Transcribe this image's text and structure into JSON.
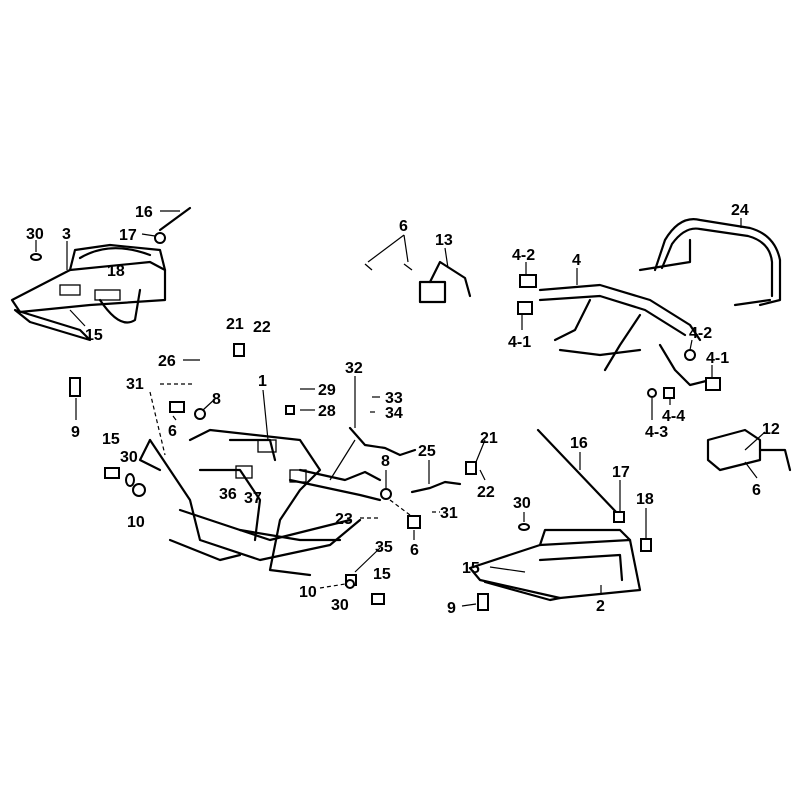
{
  "title": "Frame and carriers exploded parts diagram",
  "labels": {
    "l16a": "16",
    "l17a": "17",
    "l30a": "30",
    "l3": "3",
    "l18a": "18",
    "l15a": "15",
    "l9a": "9",
    "l21a": "21",
    "l22a": "22",
    "l26": "26",
    "l31a": "31",
    "l1": "1",
    "l8a": "8",
    "l6a": "6",
    "l29": "29",
    "l28": "28",
    "l32": "32",
    "l33": "33",
    "l34": "34",
    "l15b": "15",
    "l30b": "30",
    "l10a": "10",
    "l36": "36",
    "l37": "37",
    "l8b": "8",
    "l25": "25",
    "l21b": "21",
    "l22b": "22",
    "l23": "23",
    "l31b": "31",
    "l6b": "6",
    "l35": "35",
    "l15c": "15",
    "l10b": "10",
    "l30c": "30",
    "l6c": "6",
    "l13": "13",
    "l4_2a": "4-2",
    "l4": "4",
    "l24": "24",
    "l4_1a": "4-1",
    "l4_2b": "4-2",
    "l4_1b": "4-1",
    "l4_4": "4-4",
    "l4_3": "4-3",
    "l12": "12",
    "l6d": "6",
    "l16b": "16",
    "l17b": "17",
    "l18b": "18",
    "l30d": "30",
    "l15d": "15",
    "l2": "2",
    "l9b": "9"
  }
}
